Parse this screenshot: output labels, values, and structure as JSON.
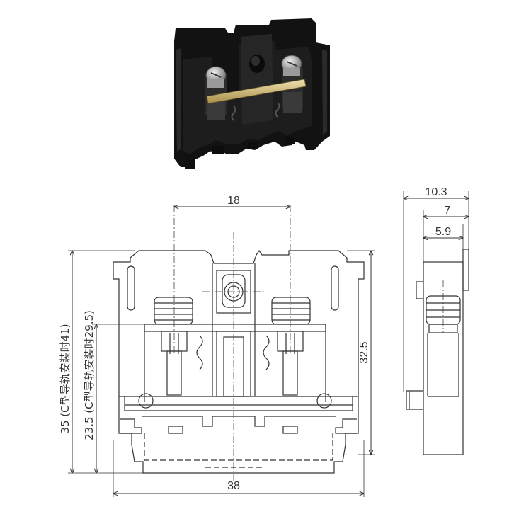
{
  "front_view": {
    "top_width_label": "18",
    "bottom_width_label": "38",
    "height_label": "32.5",
    "rail_height_c": "35 (C型导轨安装时41)",
    "rail_height_c2": "23.5 (C型导轨安装时29.5)"
  },
  "side_view": {
    "width_total": "10.3",
    "width_mid": "7",
    "width_inner": "5.9"
  },
  "colors": {
    "line": "#333333",
    "product_body": "#151515"
  },
  "icons": {
    "product_photo": "terminal-block-photo"
  }
}
